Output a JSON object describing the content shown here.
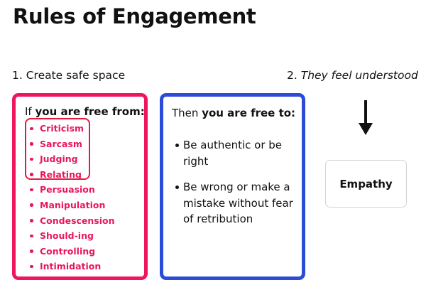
{
  "title": "Rules of Engagement",
  "steps": {
    "step1": "1. Create safe space",
    "step2_number": "2.",
    "step2_text": "They feel understood"
  },
  "free_from_box": {
    "heading_prefix": "If ",
    "heading_bold": "you are free from:",
    "items": [
      "Criticism",
      "Sarcasm",
      "Judging",
      "Relating",
      "Persuasion",
      "Manipulation",
      "Condescension",
      "Should-ing",
      "Controlling",
      "Intimidation"
    ]
  },
  "free_to_box": {
    "heading_prefix": "Then ",
    "heading_bold": "you are free to:",
    "items": [
      "Be authentic or be right",
      "Be wrong or make a mistake without fear of retribution"
    ]
  },
  "outcome": {
    "label": "Empathy"
  },
  "colors": {
    "free_from_border": "#f0155e",
    "free_from_text": "#e8175d",
    "highlight_border": "#e8173f",
    "free_to_border": "#2b4bd8",
    "outcome_border": "#d4d4d4"
  },
  "icons": {
    "step_arrow": "arrow-down-icon"
  }
}
